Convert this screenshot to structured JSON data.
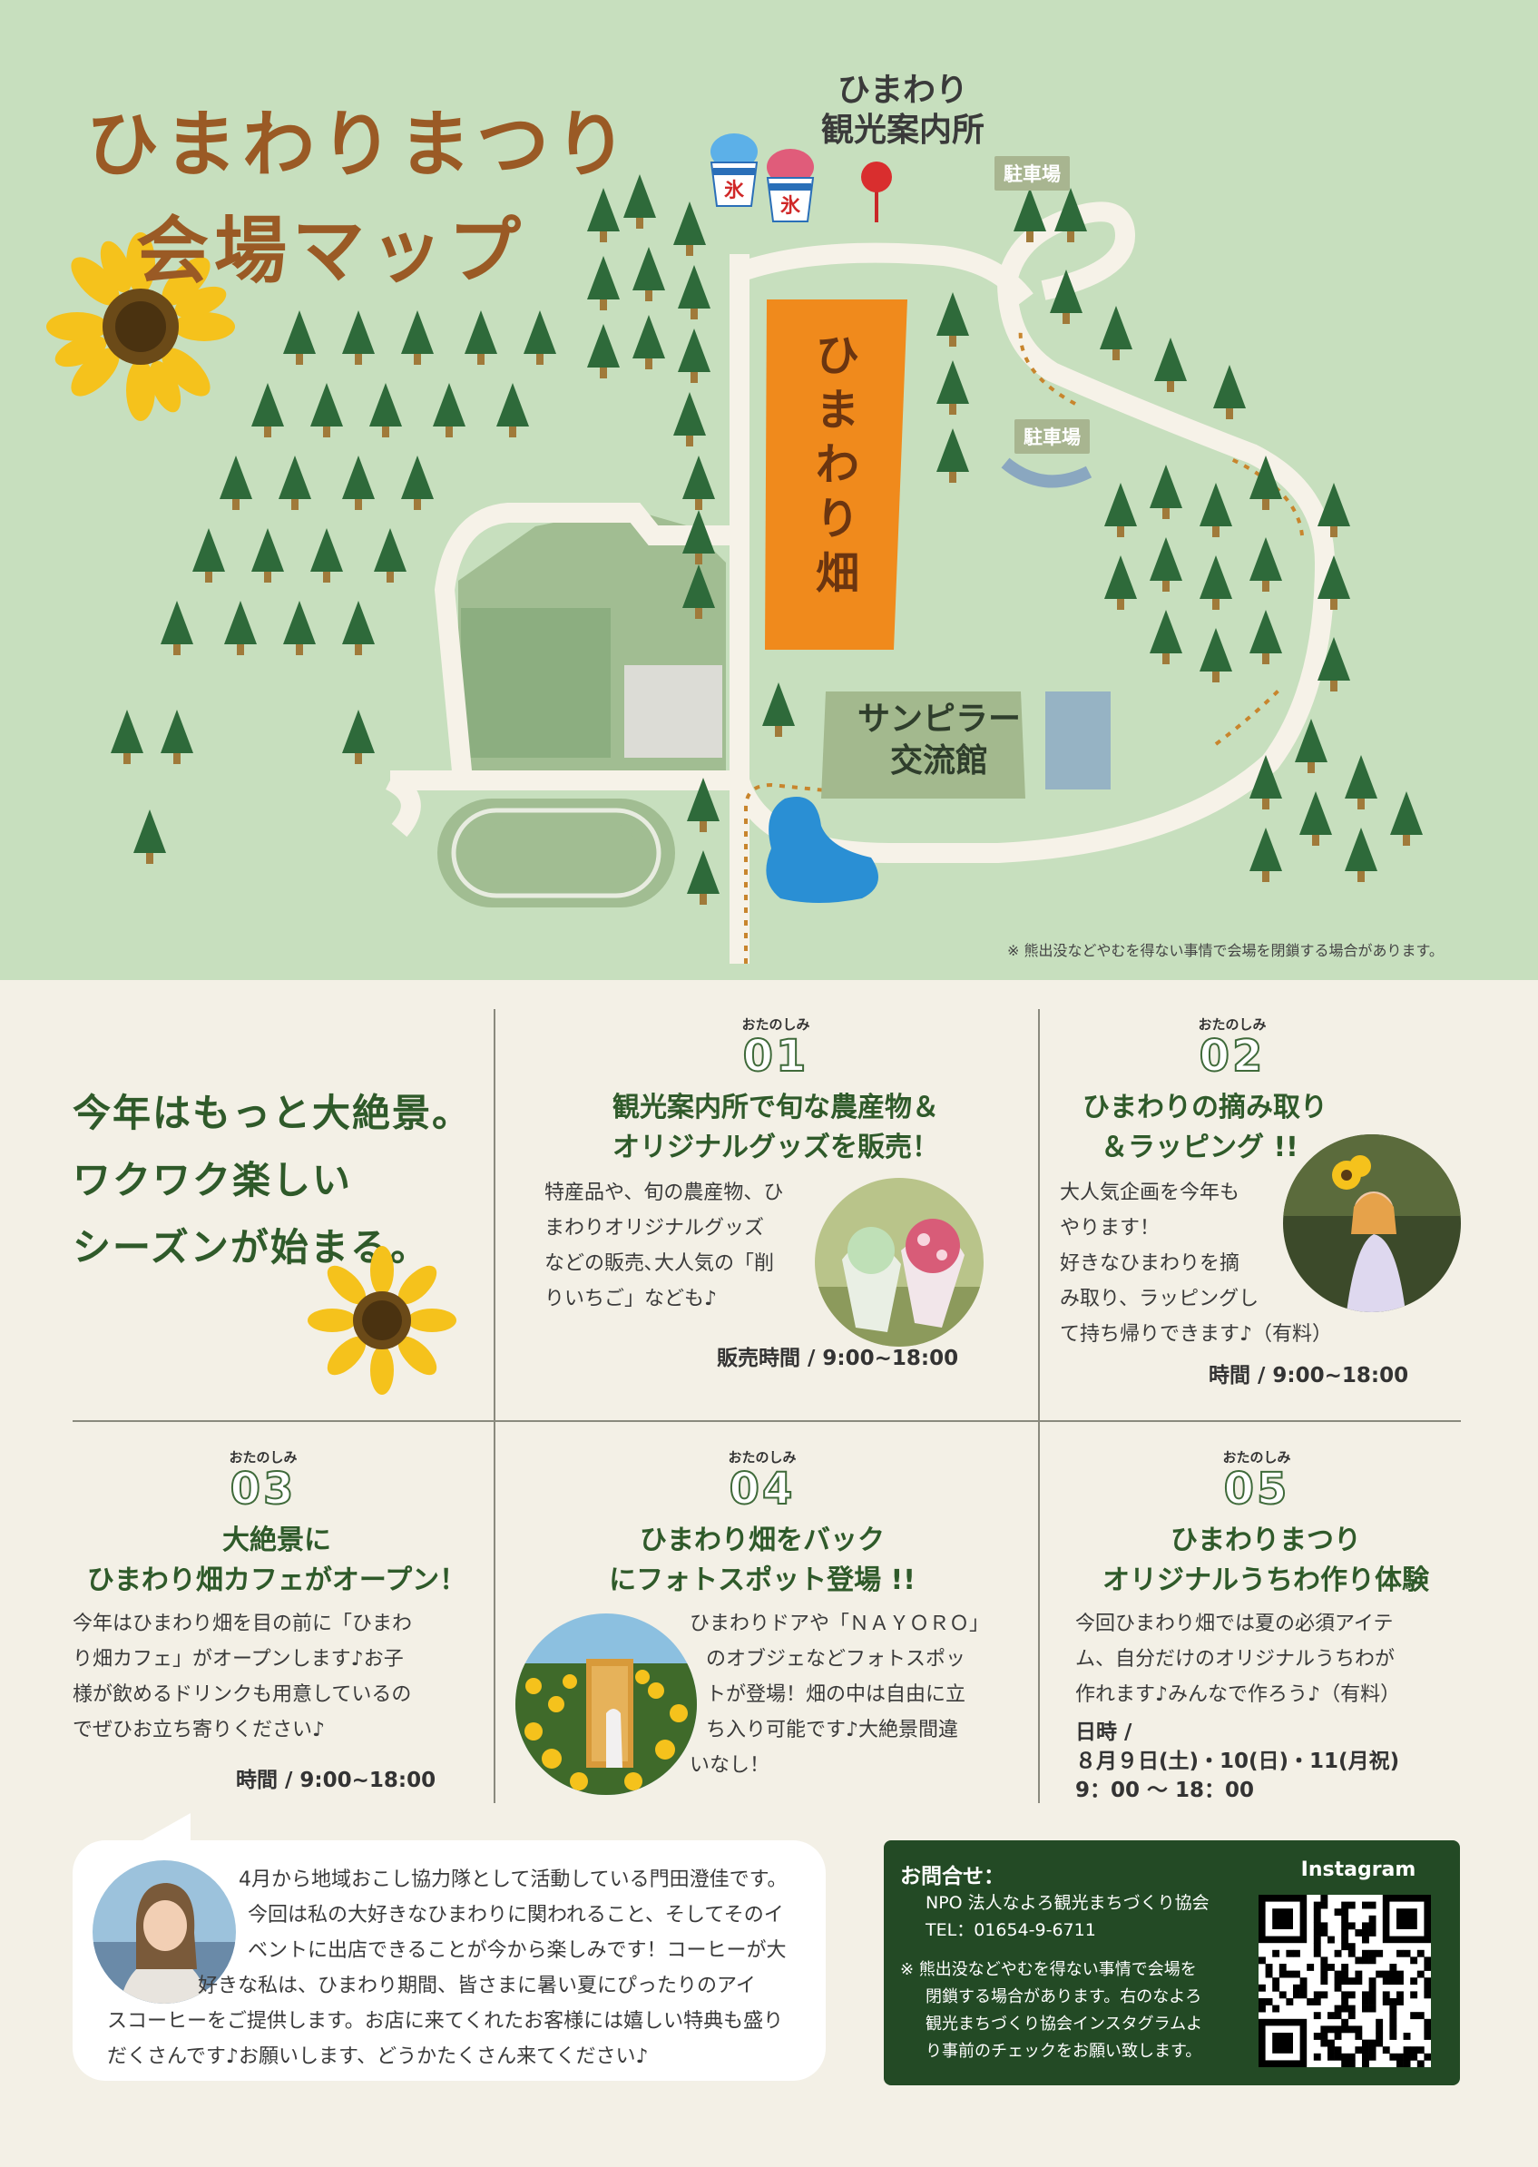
{
  "map": {
    "title_line1": "ひまわりまつり",
    "title_line2": "会場マップ",
    "info_center": "ひまわり\n観光案内所",
    "parking1": "駐車場",
    "parking2": "駐車場",
    "field": "ひまわり畑",
    "hall": "サンピラー\n交流館",
    "ice_glyph": "氷",
    "note": "※ 熊出没などやむを得ない事情で会場を閉鎖する場合があります。"
  },
  "headline": [
    "今年はもっと大絶景。",
    "ワクワク楽しい",
    "シーズンが始まる。"
  ],
  "events": [
    {
      "ruby": "おたのしみ",
      "num": "01",
      "title": [
        "観光案内所で旬な農産物＆",
        "オリジナルグッズを販売！"
      ],
      "body": [
        "特産品や、旬の農産物、ひ",
        "まわりオリジナルグッズ",
        "などの販売､大人気の「削",
        "りいちご」なども♪"
      ],
      "time": "販売時間 / 9:00~18:00"
    },
    {
      "ruby": "おたのしみ",
      "num": "02",
      "title": [
        "ひまわりの摘み取り",
        "＆ラッピング !!"
      ],
      "body": [
        "大人気企画を今年も",
        "やります！",
        "好きなひまわりを摘",
        "み取り、ラッピングし",
        "て持ち帰りできます♪（有料）"
      ],
      "time": "時間 / 9:00~18:00"
    },
    {
      "ruby": "おたのしみ",
      "num": "03",
      "title": [
        "大絶景に",
        "ひまわり畑カフェがオープン！"
      ],
      "body": [
        "今年はひまわり畑を目の前に「ひまわ",
        "り畑カフェ」がオープンします♪お子",
        "様が飲めるドリンクも用意しているの",
        "でぜひお立ち寄りください♪"
      ],
      "time": "時間 / 9:00~18:00"
    },
    {
      "ruby": "おたのしみ",
      "num": "04",
      "title": [
        "ひまわり畑をバック",
        "にフォトスポット登場 !!"
      ],
      "body": [
        "ひまわりドアや「ＮＡＹＯＲＯ」",
        "のオブジェなどフォトスポッ",
        "トが登場！畑の中は自由に立",
        "ち入り可能です♪大絶景間違",
        "いなし！"
      ],
      "time": ""
    },
    {
      "ruby": "おたのしみ",
      "num": "05",
      "title": [
        "ひまわりまつり",
        "オリジナルうちわ作り体験"
      ],
      "body": [
        "今回ひまわり畑では夏の必須アイテ",
        "ム、自分だけのオリジナルうちわが",
        "作れます♪みんなで作ろう♪（有料）"
      ],
      "time_label": "日時 /",
      "time_lines": [
        "８月９日(土)・10(日)・11(月祝)",
        "9：00 〜 18：00"
      ]
    }
  ],
  "message": [
    "4月から地域おこし協力隊として活動している門田澄佳です。",
    "今回は私の大好きなひまわりに関われること、そしてそのイ",
    "ベントに出店できることが今から楽しみです！コーヒーが大",
    "好きな私は、ひまわり期間、皆さまに暑い夏にぴったりのアイ",
    "スコーヒーをご提供します。お店に来てくれたお客様には嬉しい特典も盛り",
    "だくさんです♪お願いします、どうかたくさん来てください♪"
  ],
  "contact": {
    "title": "お問合せ：",
    "org": "NPO 法人なよろ観光まちづくり協会",
    "tel": "TEL：01654-9-6711",
    "note": [
      "※ 熊出没などやむを得ない事情で会場を",
      "閉鎖する場合があります。右のなよろ",
      "観光まちづくり協会インスタグラムよ",
      "り事前のチェックをお願い致します。"
    ],
    "instagram": "Instagram"
  },
  "colors": {
    "map_bg": "#c7dfbe",
    "tree": "#2e6a3a",
    "field": "#f08a1c",
    "brown_title": "#9a5a25",
    "green_text": "#2f5a2a",
    "contact_bg": "#234a25"
  }
}
